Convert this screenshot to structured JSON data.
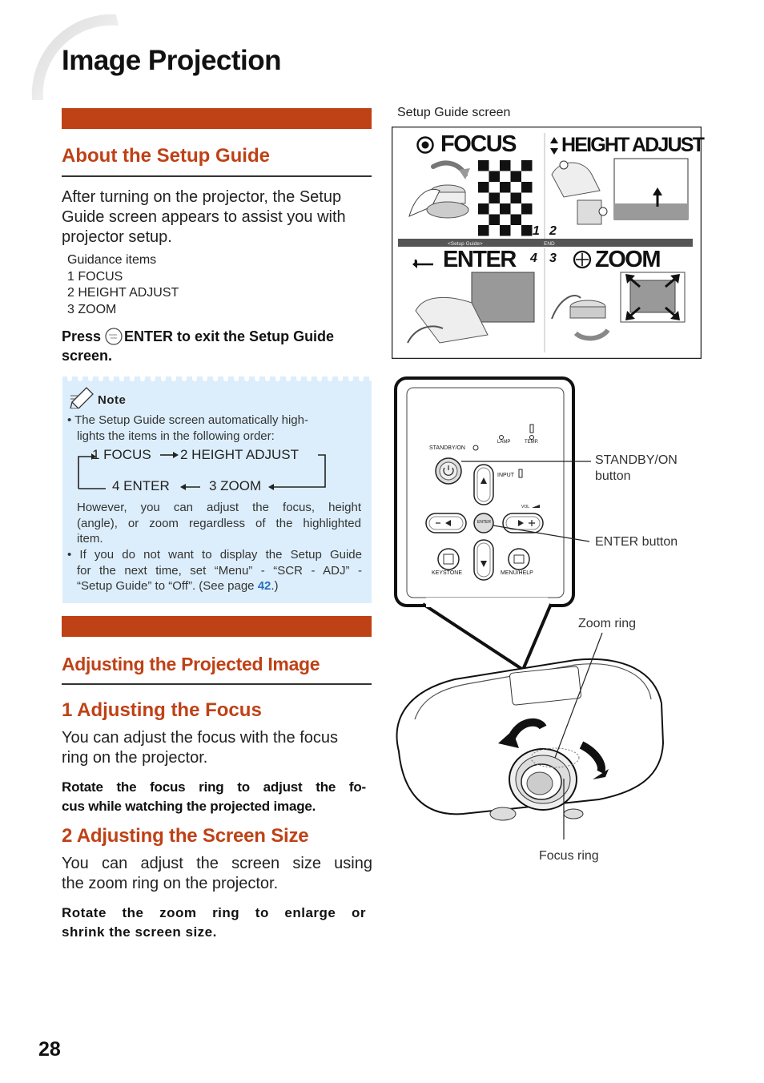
{
  "page": {
    "title": "Image Projection",
    "number": "28"
  },
  "setup_guide": {
    "heading": "About the Setup Guide",
    "intro": [
      "After turning on the projector, the Setup",
      "Guide screen appears to assist you with",
      "projector setup."
    ],
    "guidance_title": "Guidance items",
    "guidance_items": [
      "1 FOCUS",
      "2 HEIGHT ADJUST",
      "3 ZOOM"
    ],
    "press_prefix": "Press",
    "press_button_icon": "enter-button-icon",
    "press_suffix": "ENTER to exit the Setup Guide",
    "press_line2": "screen."
  },
  "note": {
    "label": "Note",
    "bullet1": [
      "• The Setup Guide screen automatically high-",
      "lights the items in the following order:"
    ],
    "flow": {
      "focus": "1 FOCUS",
      "height": "2 HEIGHT ADJUST",
      "enter": "4 ENTER",
      "zoom": "3 ZOOM"
    },
    "however": [
      "However, you can adjust the focus, height",
      "(angle), or zoom regardless of the highlighted",
      "item."
    ],
    "bullet2": [
      "• If you do not want to display the Setup Guide",
      "for the next time, set “Menu” - “SCR - ADJ” -"
    ],
    "bullet2_last_prefix": "“Setup Guide” to “Off”. (See page ",
    "bullet2_page": "42",
    "bullet2_last_suffix": ".)"
  },
  "adjusting": {
    "heading": "Adjusting the Projected Image",
    "focus_heading": "1 Adjusting the Focus",
    "focus_text": [
      "You can adjust the focus with the focus",
      "ring on the projector."
    ],
    "focus_instr": [
      "Rotate the focus ring to adjust the fo-",
      "cus while watching the projected image."
    ],
    "size_heading": "2 Adjusting the Screen Size",
    "size_text": [
      "You can adjust the screen size using",
      "the zoom ring on the projector."
    ],
    "size_instr": [
      "Rotate the zoom ring to enlarge or",
      "shrink the screen size."
    ]
  },
  "guide_screen": {
    "caption": "Setup Guide screen",
    "focus": "FOCUS",
    "height": "HEIGHT ADJUST",
    "enter": "ENTER",
    "zoom": "ZOOM",
    "bar_left": "<Setup Guide>",
    "bar_right": "END",
    "num1": "1",
    "num2": "2",
    "num3": "3",
    "num4": "4"
  },
  "panel": {
    "standby": "STANDBY/ON",
    "lamp": "LAMP",
    "temp": "TEMP.",
    "input": "INPUT",
    "vol": "VOL",
    "enter": "ENTER",
    "keystone": "KEYSTONE",
    "menu": "MENU/HELP"
  },
  "callouts": {
    "standby_btn": [
      "STANDBY/ON",
      "button"
    ],
    "enter_btn": "ENTER button",
    "zoom_ring": "Zoom ring",
    "focus_ring": "Focus ring"
  },
  "colors": {
    "accent": "#bf4116",
    "note_bg": "#dceefb",
    "link": "#2a6fc0"
  }
}
